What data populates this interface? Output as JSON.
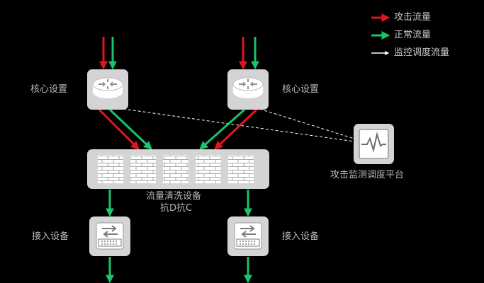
{
  "legend": [
    {
      "label": "攻击流量",
      "color": "#e0161b"
    },
    {
      "label": "正常流量",
      "color": "#19c46a"
    },
    {
      "label": "监控调度流量",
      "color": "#ffffff"
    }
  ],
  "nodes": {
    "core_left_label": "核心设置",
    "core_right_label": "核心设置",
    "scrubber_label_line1": "流量清洗设备",
    "scrubber_label_line2": "抗D抗C",
    "monitor_label": "攻击监测调度平台",
    "access_left_label": "接入设备",
    "access_right_label": "接入设备"
  },
  "icons": {
    "core": "router-icon",
    "scrubber": "firewall-brick-icon",
    "monitor": "heartbeat-monitor-icon",
    "access": "switch-icon"
  }
}
